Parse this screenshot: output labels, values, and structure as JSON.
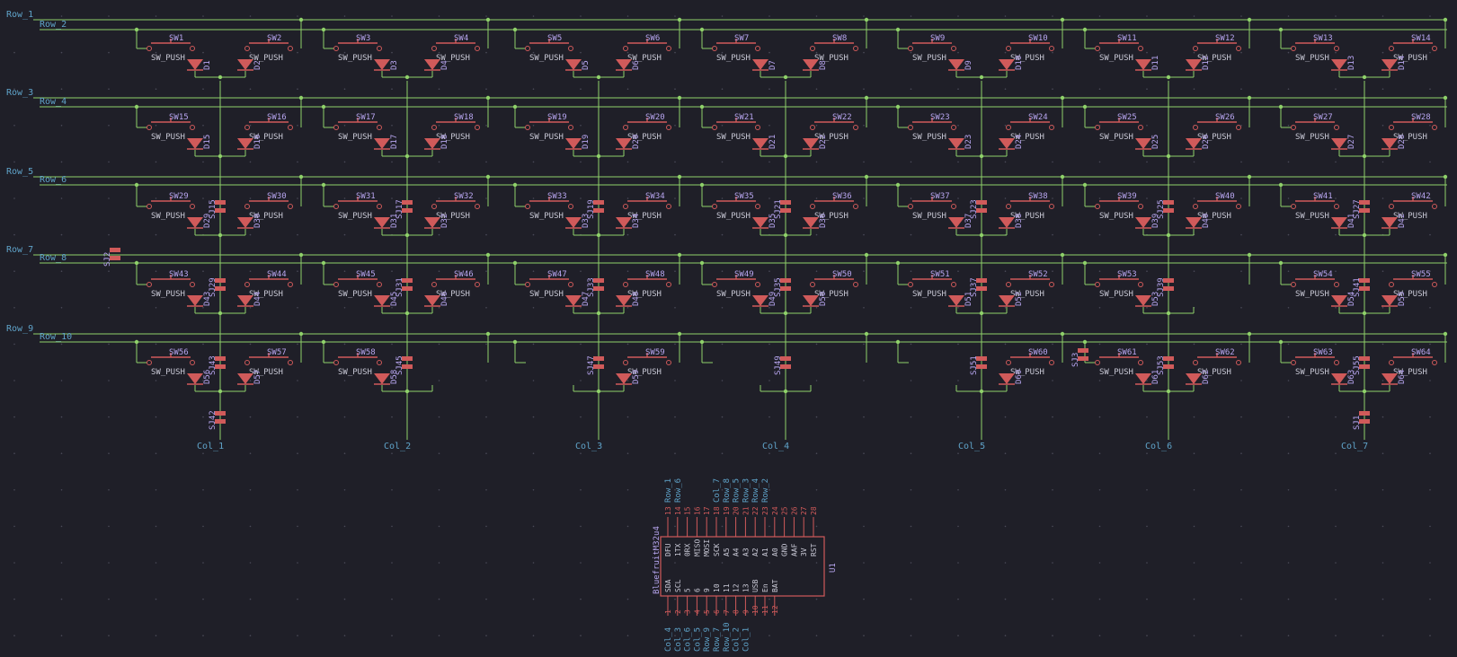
{
  "colors": {
    "background": "#1f1f28",
    "wire": "#8fd16a",
    "symbol": "#d05a5a",
    "ref_text": "#b8a6f0",
    "value_text": "#c9c9d6",
    "net_label": "#5fa3c9",
    "grid_dot": "#4a4a58"
  },
  "row_labels": [
    "Row_1",
    "Row_2",
    "Row_3",
    "Row_4",
    "Row_5",
    "Row_6",
    "Row_7",
    "Row_8",
    "Row_9",
    "Row_10"
  ],
  "col_labels": [
    "Col_1",
    "Col_2",
    "Col_3",
    "Col_4",
    "Col_5",
    "Col_6",
    "Col_7"
  ],
  "switch_value": "SW_PUSH",
  "matrix": [
    {
      "row": 1,
      "groups": [
        {
          "sw": [
            "SW1",
            "SW2"
          ],
          "d": [
            "D1",
            "D2"
          ],
          "sj": ""
        },
        {
          "sw": [
            "SW3",
            "SW4"
          ],
          "d": [
            "D3",
            "D4"
          ],
          "sj": ""
        },
        {
          "sw": [
            "SW5",
            "SW6"
          ],
          "d": [
            "D5",
            "D6"
          ],
          "sj": ""
        },
        {
          "sw": [
            "SW7",
            "SW8"
          ],
          "d": [
            "D7",
            "D8"
          ],
          "sj": ""
        },
        {
          "sw": [
            "SW9",
            "SW10"
          ],
          "d": [
            "D9",
            "D10"
          ],
          "sj": ""
        },
        {
          "sw": [
            "SW11",
            "SW12"
          ],
          "d": [
            "D11",
            "D12"
          ],
          "sj": ""
        },
        {
          "sw": [
            "SW13",
            "SW14"
          ],
          "d": [
            "D13",
            "D14"
          ],
          "sj": ""
        }
      ]
    },
    {
      "row": 2,
      "groups": [
        {
          "sw": [
            "SW15",
            "SW16"
          ],
          "d": [
            "D15",
            "D16"
          ],
          "sj": ""
        },
        {
          "sw": [
            "SW17",
            "SW18"
          ],
          "d": [
            "D17",
            "D18"
          ],
          "sj": ""
        },
        {
          "sw": [
            "SW19",
            "SW20"
          ],
          "d": [
            "D19",
            "D20"
          ],
          "sj": ""
        },
        {
          "sw": [
            "SW21",
            "SW22"
          ],
          "d": [
            "D21",
            "D22"
          ],
          "sj": ""
        },
        {
          "sw": [
            "SW23",
            "SW24"
          ],
          "d": [
            "D23",
            "D24"
          ],
          "sj": ""
        },
        {
          "sw": [
            "SW25",
            "SW26"
          ],
          "d": [
            "D25",
            "D26"
          ],
          "sj": ""
        },
        {
          "sw": [
            "SW27",
            "SW28"
          ],
          "d": [
            "D27",
            "D28"
          ],
          "sj": ""
        }
      ]
    },
    {
      "row": 3,
      "groups": [
        {
          "sw": [
            "SW29",
            "SW30"
          ],
          "d": [
            "D29",
            "D30"
          ],
          "sj": "SJ15"
        },
        {
          "sw": [
            "SW31",
            "SW32"
          ],
          "d": [
            "D31",
            "D32"
          ],
          "sj": "SJ17"
        },
        {
          "sw": [
            "SW33",
            "SW34"
          ],
          "d": [
            "D33",
            "D34"
          ],
          "sj": "SJ19"
        },
        {
          "sw": [
            "SW35",
            "SW36"
          ],
          "d": [
            "D35",
            "D36"
          ],
          "sj": "SJ21"
        },
        {
          "sw": [
            "SW37",
            "SW38"
          ],
          "d": [
            "D37",
            "D38"
          ],
          "sj": "SJ23"
        },
        {
          "sw": [
            "SW39",
            "SW40"
          ],
          "d": [
            "D39",
            "D40"
          ],
          "sj": "SJ25"
        },
        {
          "sw": [
            "SW41",
            "SW42"
          ],
          "d": [
            "D41",
            "D42"
          ],
          "sj": "SJ27"
        }
      ]
    },
    {
      "row": 4,
      "groups": [
        {
          "sw": [
            "SW43",
            "SW44"
          ],
          "d": [
            "D43",
            "D44"
          ],
          "sj": "SJ29"
        },
        {
          "sw": [
            "SW45",
            "SW46"
          ],
          "d": [
            "D45",
            "D46"
          ],
          "sj": "SJ31"
        },
        {
          "sw": [
            "SW47",
            "SW48"
          ],
          "d": [
            "D47",
            "D48"
          ],
          "sj": "SJ33"
        },
        {
          "sw": [
            "SW49",
            "SW50"
          ],
          "d": [
            "D49",
            "D50"
          ],
          "sj": "SJ35"
        },
        {
          "sw": [
            "SW51",
            "SW52"
          ],
          "d": [
            "D51",
            "D52"
          ],
          "sj": "SJ37"
        },
        {
          "sw": [
            "SW53",
            ""
          ],
          "d": [
            "D53",
            ""
          ],
          "sj": "SJ39"
        },
        {
          "sw": [
            "SW54",
            "SW55"
          ],
          "d": [
            "D54",
            "D55"
          ],
          "sj": "SJ41"
        }
      ]
    },
    {
      "row": 5,
      "groups": [
        {
          "sw": [
            "SW56",
            "SW57"
          ],
          "d": [
            "D56",
            "D57"
          ],
          "sj": "SJ43"
        },
        {
          "sw": [
            "SW58",
            ""
          ],
          "d": [
            "D58",
            ""
          ],
          "sj": "SJ45"
        },
        {
          "sw": [
            "",
            "SW59"
          ],
          "d": [
            "",
            "D59"
          ],
          "sj": "SJ47"
        },
        {
          "sw": [
            "",
            ""
          ],
          "d": [
            "",
            ""
          ],
          "sj": "SJ49"
        },
        {
          "sw": [
            "",
            "SW60"
          ],
          "d": [
            "",
            "D60"
          ],
          "sj": "SJ51"
        },
        {
          "sw": [
            "SW61",
            "SW62"
          ],
          "d": [
            "D61",
            "D62"
          ],
          "sj": "SJ53"
        },
        {
          "sw": [
            "SW63",
            "SW64"
          ],
          "d": [
            "D63",
            "D64"
          ],
          "sj": "SJ55"
        }
      ]
    }
  ],
  "extra_jumpers": [
    "SJ2",
    "SJ3",
    "SJ42",
    "SJ1"
  ],
  "mcu": {
    "ref": "U1",
    "value": "BluefruitM32u4",
    "top_pin_numbers": [
      "13",
      "14",
      "15",
      "16",
      "17",
      "18",
      "19",
      "20",
      "21",
      "22",
      "23",
      "24",
      "25",
      "26",
      "27",
      "28"
    ],
    "top_pin_names": [
      "DFU",
      "1TX",
      "0RX",
      "MISO",
      "MOSI",
      "SCK",
      "A5",
      "A4",
      "A3",
      "A2",
      "A1",
      "A0",
      "GND",
      "AAF",
      "3V",
      "RST"
    ],
    "top_nets": [
      "Row_1",
      "Row_6",
      "",
      "",
      "",
      "Col_7",
      "Row_8",
      "Row_5",
      "Row_3",
      "Row_4",
      "Row_2",
      "",
      "",
      "",
      "",
      ""
    ],
    "bottom_pin_numbers": [
      "1",
      "2",
      "3",
      "4",
      "5",
      "6",
      "7",
      "8",
      "9",
      "10",
      "11",
      "12"
    ],
    "bottom_pin_names": [
      "SDA",
      "SCL",
      "5",
      "6",
      "9",
      "10",
      "11",
      "12",
      "13",
      "USB",
      "En",
      "BAT"
    ],
    "bottom_nets": [
      "Col_4",
      "Col_3",
      "Col_6",
      "Col_5",
      "Row_9",
      "Row_7",
      "Row_10",
      "Col_2",
      "Col_1",
      "",
      "",
      ""
    ]
  }
}
